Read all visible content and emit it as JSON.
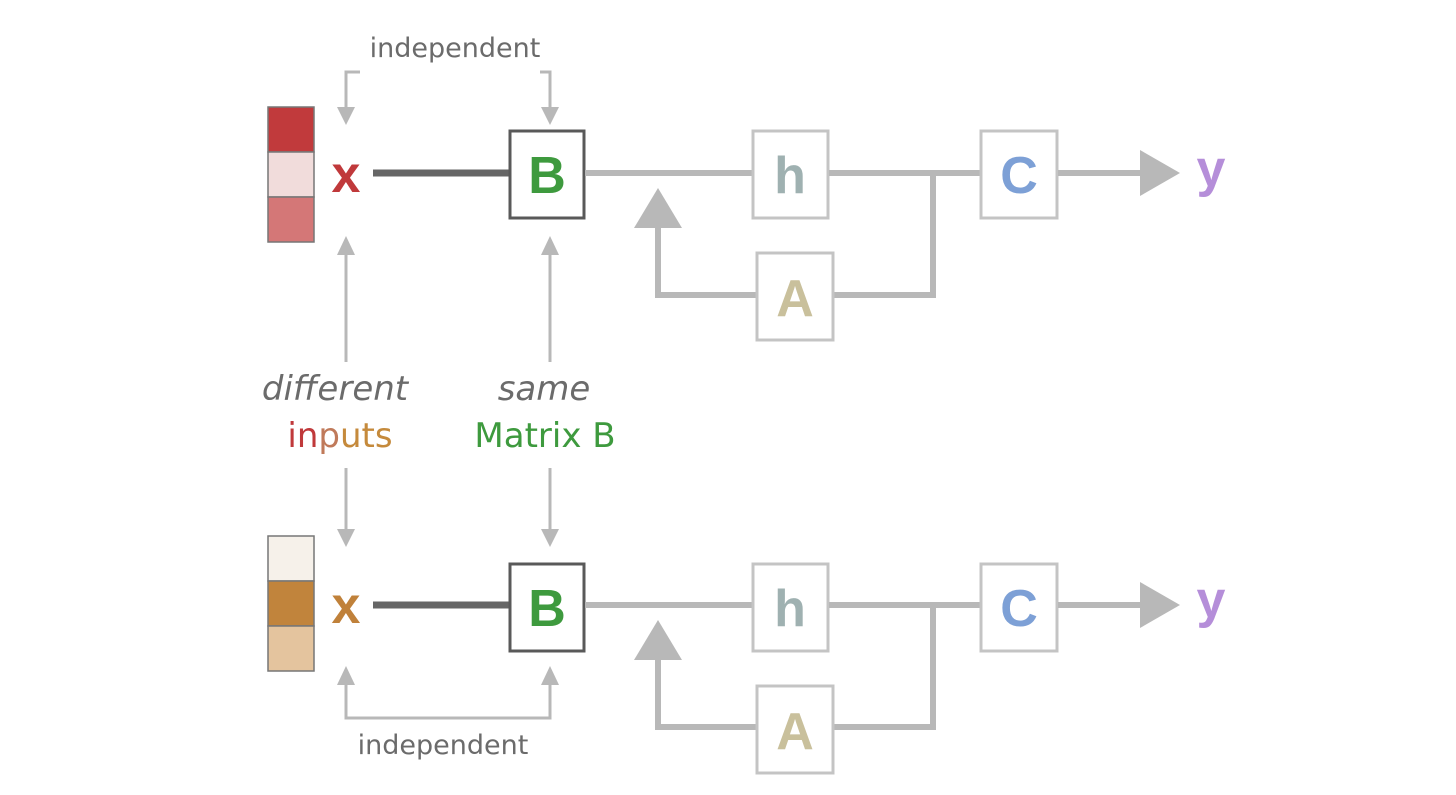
{
  "colors": {
    "connector": "#b8b8b8",
    "x_line": "#666666",
    "box_border_gray": "#c4c4c4",
    "box_border_B": "#595959",
    "B_letter": "#3e9a3e",
    "h_letter": "#9fb1b1",
    "A_letter": "#c9c09c",
    "C_letter": "#7da0d6",
    "y_letter": "#b58ed9",
    "note_text": "#6b6b6b",
    "inputs_red": "#c0393b",
    "inputs_orange": "#c58a3c",
    "matrix_b_green": "#3e9a3e"
  },
  "annotations": {
    "top_independent": "independent",
    "bottom_independent": "independent",
    "different": "different",
    "inputs_part1": "in",
    "inputs_part2": "p",
    "inputs_part3": "uts",
    "same": "same",
    "matrix_b": "Matrix B"
  },
  "rows": [
    {
      "id": "top",
      "x_label": "x",
      "x_color": "#c0393b",
      "token_colors": [
        "#c13a3c",
        "#f1dcdb",
        "#d47777"
      ],
      "B": "B",
      "h": "h",
      "A": "A",
      "C": "C",
      "y": "y"
    },
    {
      "id": "bottom",
      "x_label": "x",
      "x_color": "#c0813a",
      "token_colors": [
        "#f6f1ea",
        "#c1843c",
        "#e4c49e"
      ],
      "B": "B",
      "h": "h",
      "A": "A",
      "C": "C",
      "y": "y"
    }
  ]
}
